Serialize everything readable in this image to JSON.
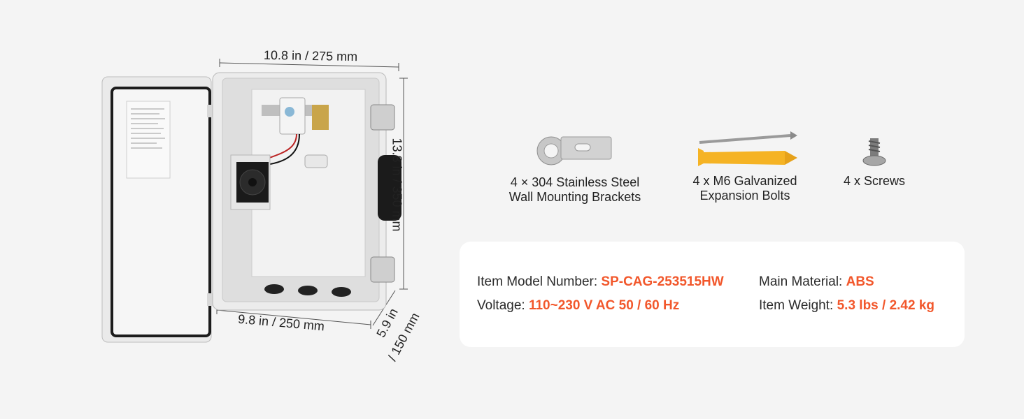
{
  "dimensions": {
    "width_top": "10.8 in / 275 mm",
    "height_side": "13.8 in / 350 mm",
    "width_bottom": "9.8 in / 250 mm",
    "depth_line1": "5.9 in",
    "depth_line2": "/ 150 mm"
  },
  "accessories": [
    {
      "line1": "4 × 304 Stainless Steel",
      "line2": "Wall Mounting Brackets",
      "icon": "bracket-icon"
    },
    {
      "line1": "4 x M6 Galvanized",
      "line2": "Expansion Bolts",
      "icon": "expansion-bolt-icon"
    },
    {
      "line1": "4 x Screws",
      "line2": "",
      "icon": "screw-icon"
    }
  ],
  "specs": {
    "model_label": "Item Model Number: ",
    "model_value": "SP-CAG-253515HW",
    "material_label": "Main Material: ",
    "material_value": "ABS",
    "voltage_label": "Voltage: ",
    "voltage_value": "110~230 V AC 50 / 60 Hz",
    "weight_label": "Item Weight: ",
    "weight_value": "5.3 lbs / 2.42 kg"
  },
  "colors": {
    "accent": "#f2572b",
    "background": "#f4f4f4",
    "card": "#ffffff",
    "enclosure": "#e9e9e9"
  }
}
